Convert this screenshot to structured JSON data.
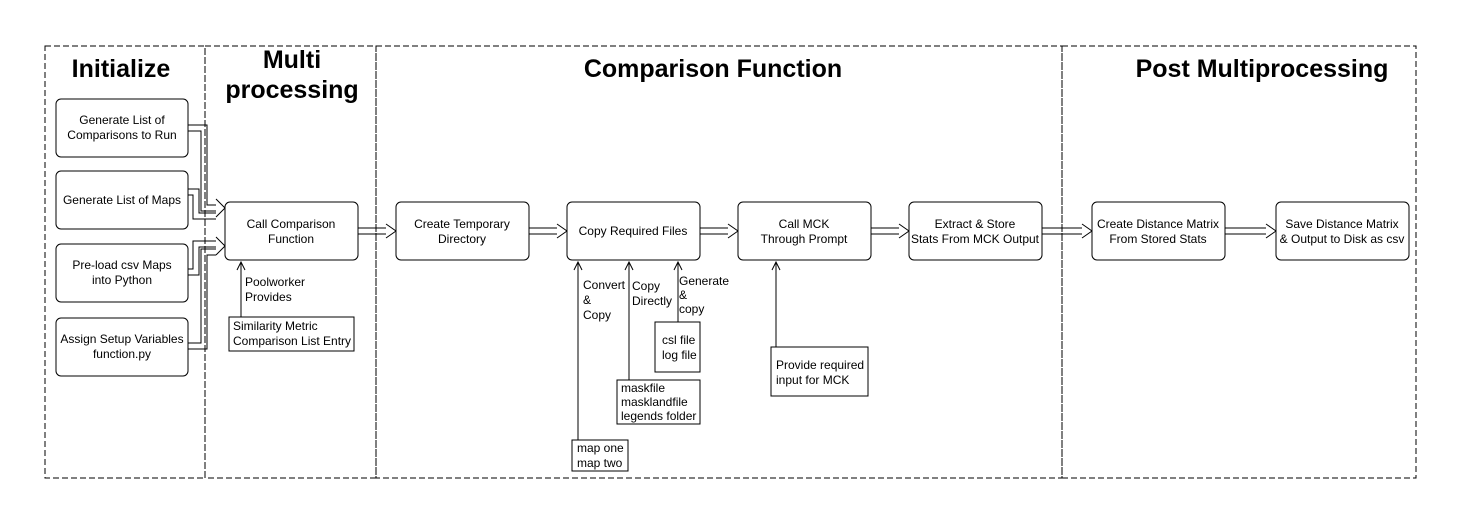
{
  "lanes": {
    "initialize": "Initialize",
    "multiprocessing": [
      "Multi",
      "processing"
    ],
    "comparison": "Comparison Function",
    "post": "Post Multiprocessing"
  },
  "steps": {
    "generate_comparisons": [
      "Generate List of",
      "Comparisons to Run"
    ],
    "generate_maps": [
      "Generate List of Maps"
    ],
    "preload_maps": [
      "Pre-load csv Maps",
      "into Python"
    ],
    "assign_vars": [
      "Assign Setup Variables",
      "function.py"
    ],
    "call_comparison": [
      "Call Comparison",
      "Function"
    ],
    "create_temp_dir": [
      "Create Temporary",
      "Directory"
    ],
    "copy_files": [
      "Copy Required Files"
    ],
    "call_mck": [
      "Call MCK",
      "Through Prompt"
    ],
    "extract_stats": [
      "Extract & Store",
      "Stats From MCK Output"
    ],
    "create_matrix": [
      "Create Distance Matrix",
      "From Stored Stats"
    ],
    "save_matrix": [
      "Save Distance Matrix",
      "& Output to Disk as csv"
    ]
  },
  "edge_labels": {
    "poolworker": [
      "Poolworker",
      "Provides"
    ],
    "convert_copy": [
      "Convert",
      "&",
      "Copy"
    ],
    "copy_directly": [
      "Copy",
      "Directly"
    ],
    "generate_copy": [
      "Generate",
      "&",
      "copy"
    ]
  },
  "notes": {
    "similarity": [
      "Similarity Metric",
      "Comparison List Entry"
    ],
    "maps": [
      "map one",
      "map two"
    ],
    "mask": [
      "maskfile",
      "masklandfile",
      "legends folder"
    ],
    "csl": [
      "csl file",
      "log file"
    ],
    "mck_input": [
      "Provide  required",
      "input for MCK"
    ]
  }
}
